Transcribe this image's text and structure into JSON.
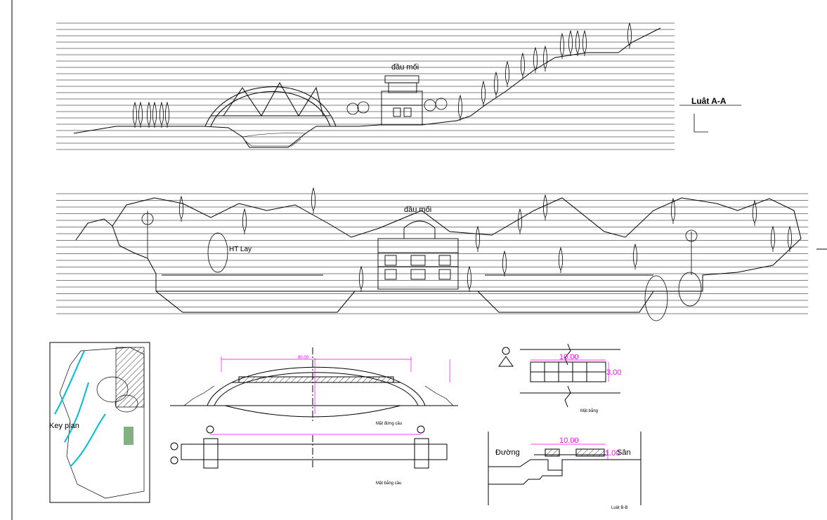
{
  "colors": {
    "background": "#ffffff",
    "line": "#000000",
    "dimension": "#ff00ff",
    "water": "#00bcd4",
    "vegetation": "#2e7d32"
  },
  "section_top": {
    "building_label": "đầu mối",
    "section_title": "Luât A-A"
  },
  "section_middle": {
    "building_label": "đầu mối",
    "left_bubble_label": "HT Lay"
  },
  "key_plan": {
    "label": "Key plan"
  },
  "bridge": {
    "span_label": "80.00",
    "elevation_caption": "Mặt đứng cầu",
    "plan_caption": "Mặt bằng cầu"
  },
  "detail_plan": {
    "width_label": "10.00",
    "depth_label": "3.00",
    "caption": "Mặt bằng"
  },
  "detail_section": {
    "width_label": "10.00",
    "depth_label": "1.00",
    "left_text": "Đường",
    "right_text": "Sân",
    "caption": "Luât B-B"
  }
}
